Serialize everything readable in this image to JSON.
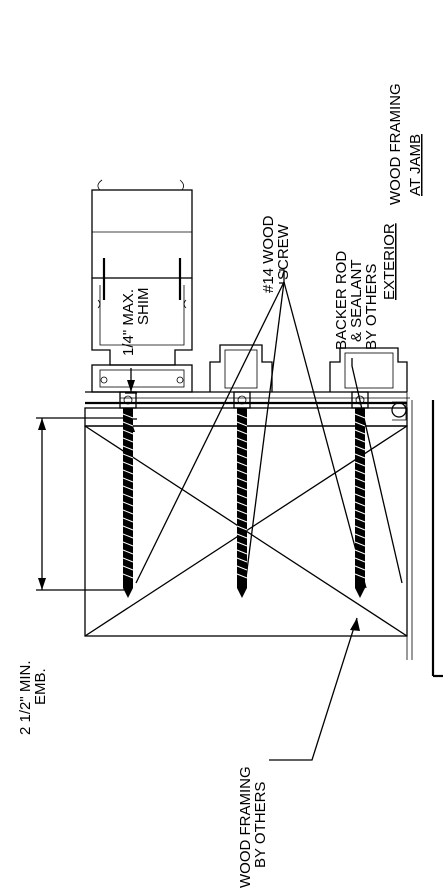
{
  "title": {
    "line1": "WOOD FRAMING",
    "line2": "AT JAMB"
  },
  "labels": {
    "exterior": "EXTERIOR",
    "backer_rod": [
      "BACKER ROD",
      "& SEALANT",
      "BY OTHERS"
    ],
    "wood_screw": [
      "#14 WOOD",
      "SCREW"
    ],
    "shim": [
      "1/4\" MAX.",
      "SHIM"
    ],
    "embedment": [
      "2 1/2\" MIN.",
      "EMB."
    ],
    "wood_framing": [
      "WOOD FRAMING",
      "BY OTHERS"
    ]
  }
}
